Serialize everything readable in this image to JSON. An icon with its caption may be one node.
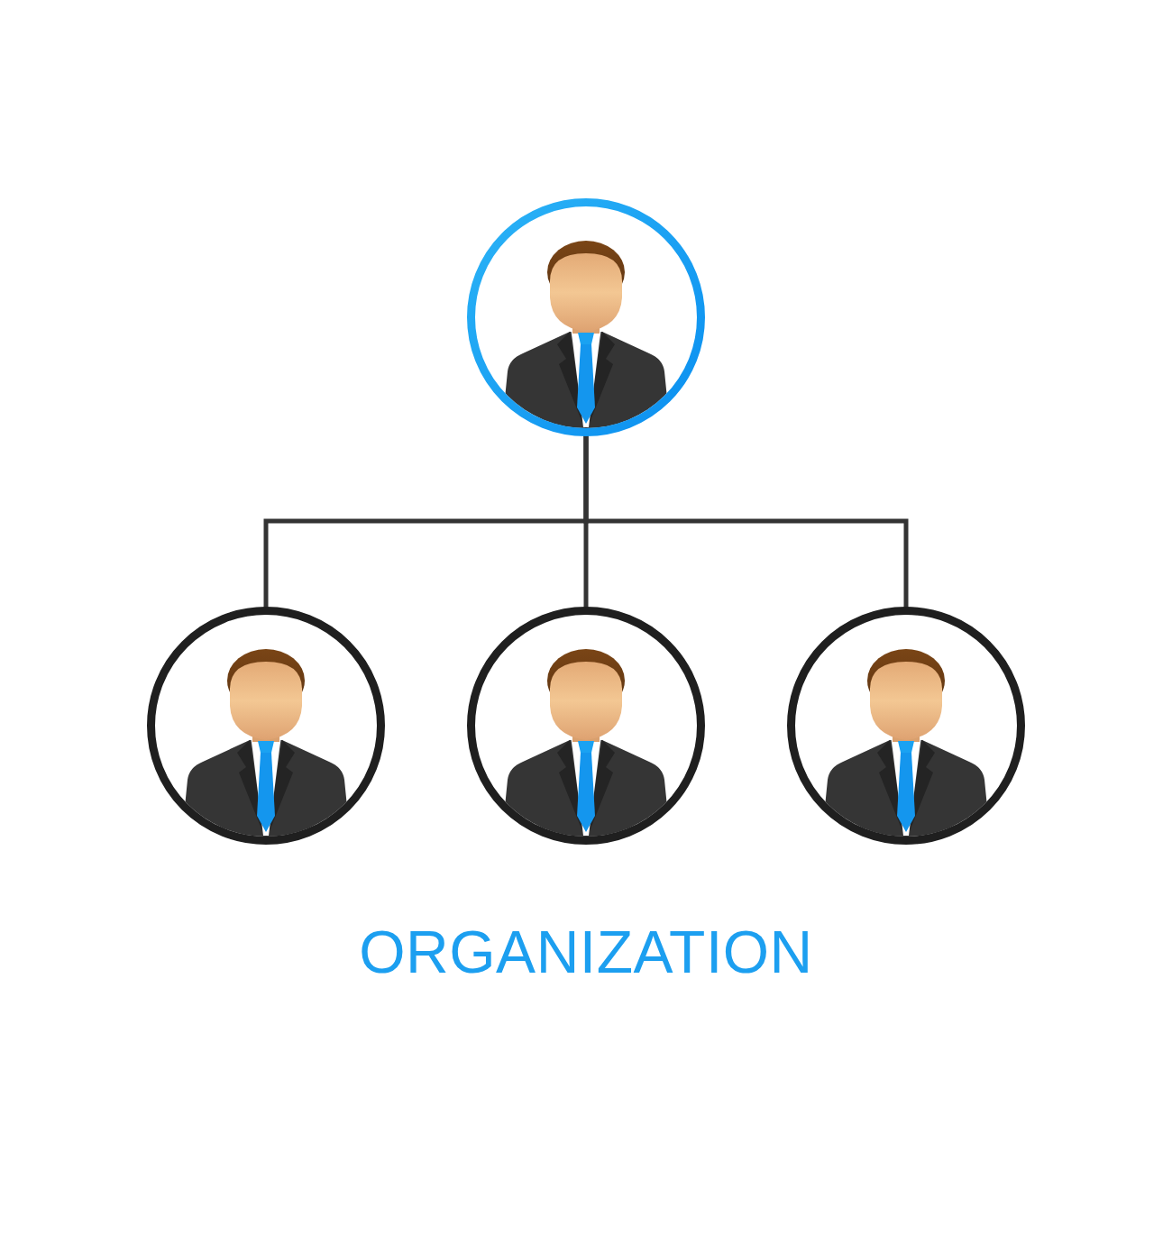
{
  "diagram": {
    "title": "ORGANIZATION",
    "nodes": [
      {
        "text": [],
        "shape": "person"
      },
      {
        "text": [],
        "shape": "person"
      },
      {
        "text": [],
        "shape": "person"
      },
      {
        "text": [],
        "shape": "person"
      }
    ],
    "edges": [
      {
        "from": 0,
        "to": 1,
        "arrow": "none"
      },
      {
        "from": 0,
        "to": 2,
        "arrow": "none"
      },
      {
        "from": 0,
        "to": 3,
        "arrow": "none"
      }
    ]
  }
}
